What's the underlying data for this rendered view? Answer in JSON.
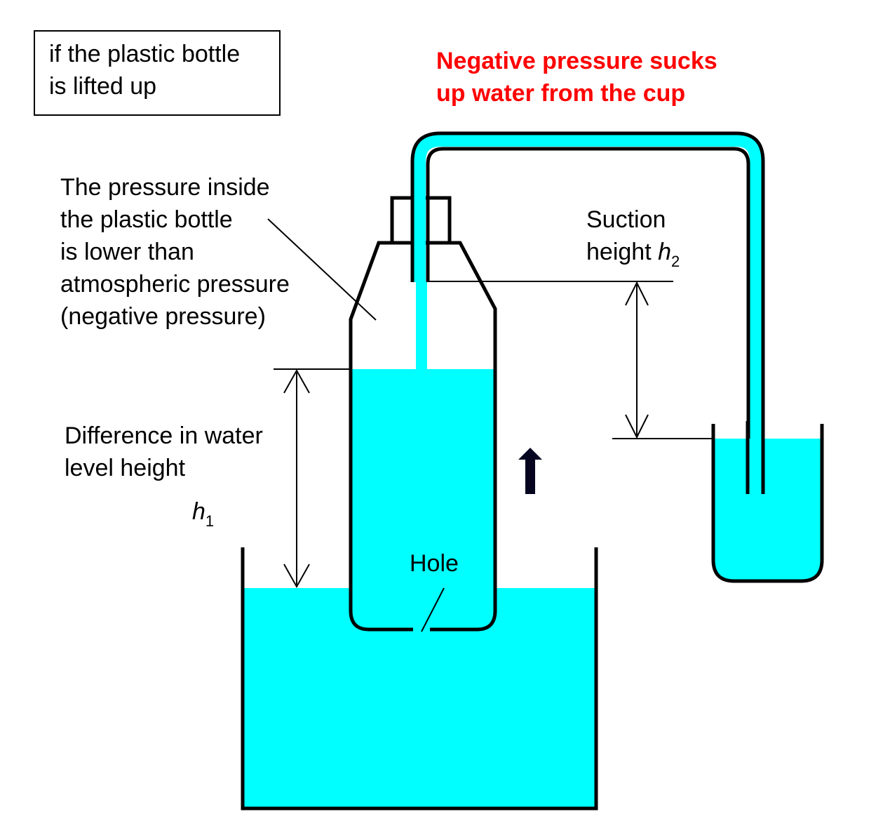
{
  "colors": {
    "water": "#00ffff",
    "outline": "#000000",
    "headline": "#ff0000",
    "arrow": "#050520"
  },
  "labels": {
    "condition_box": [
      "if the plastic bottle",
      "is lifted up"
    ],
    "headline": [
      "Negative pressure sucks",
      "up water from the cup"
    ],
    "bottle_pressure": [
      "The pressure inside",
      "the plastic bottle",
      "is lower than",
      "atmospheric pressure",
      "(negative pressure)"
    ],
    "suction": {
      "line1": "Suction",
      "line2": "height ",
      "var": "h",
      "sub": "2"
    },
    "difference": [
      "Difference in water",
      "level height"
    ],
    "h1": {
      "var": "h",
      "sub": "1"
    },
    "hole": "Hole"
  },
  "icons": {
    "lift_arrow": "up-arrow-icon"
  }
}
